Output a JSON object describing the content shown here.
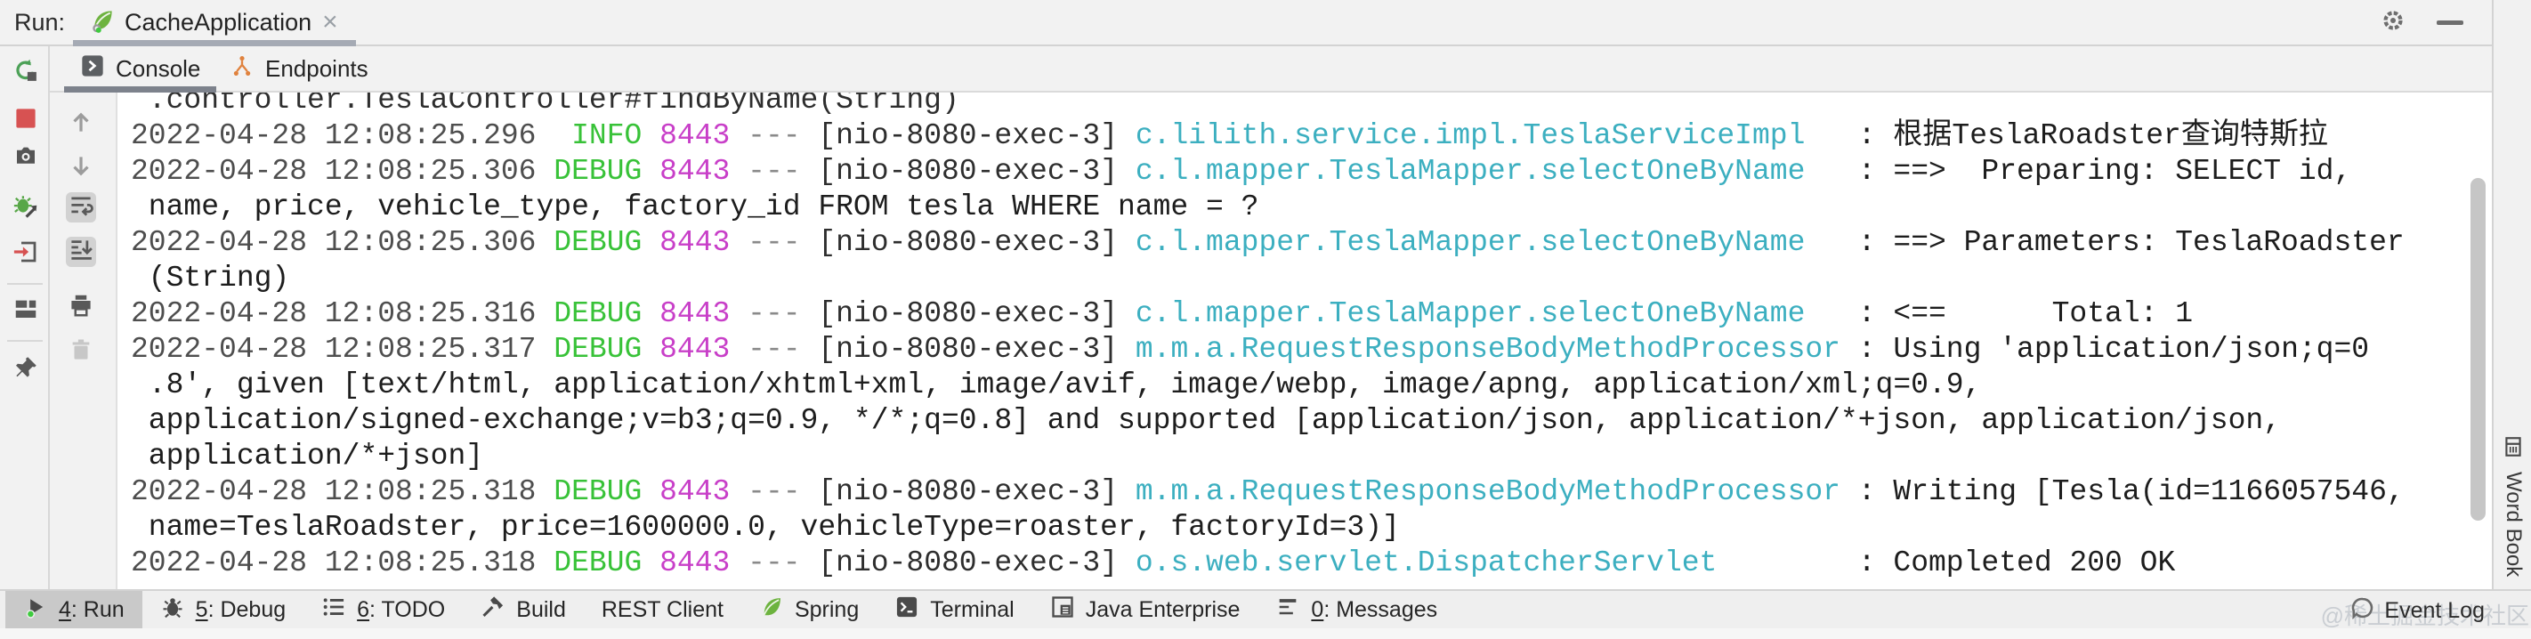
{
  "header": {
    "run_label": "Run:",
    "tab": {
      "title": "CacheApplication",
      "close_glyph": "×"
    },
    "right_icons": [
      "settings-gear",
      "hide-minimize"
    ]
  },
  "view_tabs": [
    {
      "label": "Console",
      "icon": "console-icon",
      "active": true
    },
    {
      "label": "Endpoints",
      "icon": "endpoints-icon",
      "active": false
    }
  ],
  "run_toolbar": [
    {
      "name": "rerun",
      "icon": "rerun"
    },
    {
      "name": "stop",
      "icon": "stop"
    },
    {
      "name": "thread-dump",
      "icon": "camera"
    },
    {
      "name": "debug-rerun",
      "icon": "bug-restart"
    },
    {
      "name": "exit",
      "icon": "exit"
    },
    {
      "name": "divider-1",
      "icon": "divider"
    },
    {
      "name": "layout",
      "icon": "layout"
    },
    {
      "name": "divider-2",
      "icon": "divider"
    },
    {
      "name": "pin-tab",
      "icon": "pin"
    }
  ],
  "console_toolbar": [
    {
      "name": "up-stacktrace",
      "icon": "arrow-up"
    },
    {
      "name": "down-stacktrace",
      "icon": "arrow-down"
    },
    {
      "name": "soft-wrap",
      "icon": "soft-wrap",
      "toggled": true
    },
    {
      "name": "scroll-to-end",
      "icon": "scroll-end",
      "toggled": true
    },
    {
      "name": "print",
      "icon": "printer"
    },
    {
      "name": "clear-all",
      "icon": "trash",
      "disabled": true
    }
  ],
  "console": {
    "lines": [
      {
        "seg": [
          {
            "c": "plain",
            "t": " .controller.TeslaController#findByName(String)"
          }
        ]
      },
      {
        "seg": [
          {
            "c": "ts",
            "t": "2022-04-28 12:08:25.296"
          },
          {
            "c": "lvl",
            "t": "  INFO"
          },
          {
            "c": "plain",
            "t": " "
          },
          {
            "c": "pid",
            "t": "8443"
          },
          {
            "c": "plain",
            "t": " "
          },
          {
            "c": "dim",
            "t": "---"
          },
          {
            "c": "plain",
            "t": " [nio-8080-exec-3] "
          },
          {
            "c": "logger",
            "t": "c.lilith.service.impl.TeslaServiceImpl"
          },
          {
            "c": "msg",
            "t": "   : 根据TeslaRoadster查询特斯拉"
          }
        ]
      },
      {
        "seg": [
          {
            "c": "ts",
            "t": "2022-04-28 12:08:25.306"
          },
          {
            "c": "lvl",
            "t": " DEBUG"
          },
          {
            "c": "plain",
            "t": " "
          },
          {
            "c": "pid",
            "t": "8443"
          },
          {
            "c": "plain",
            "t": " "
          },
          {
            "c": "dim",
            "t": "---"
          },
          {
            "c": "plain",
            "t": " [nio-8080-exec-3] "
          },
          {
            "c": "logger",
            "t": "c.l.mapper.TeslaMapper.selectOneByName"
          },
          {
            "c": "msg",
            "t": "   : ==>  Preparing: SELECT id,"
          }
        ]
      },
      {
        "seg": [
          {
            "c": "msg",
            "t": " name, price, vehicle_type, factory_id FROM tesla WHERE name = ?"
          }
        ]
      },
      {
        "seg": [
          {
            "c": "ts",
            "t": "2022-04-28 12:08:25.306"
          },
          {
            "c": "lvl",
            "t": " DEBUG"
          },
          {
            "c": "plain",
            "t": " "
          },
          {
            "c": "pid",
            "t": "8443"
          },
          {
            "c": "plain",
            "t": " "
          },
          {
            "c": "dim",
            "t": "---"
          },
          {
            "c": "plain",
            "t": " [nio-8080-exec-3] "
          },
          {
            "c": "logger",
            "t": "c.l.mapper.TeslaMapper.selectOneByName"
          },
          {
            "c": "msg",
            "t": "   : ==> Parameters: TeslaRoadster"
          }
        ]
      },
      {
        "seg": [
          {
            "c": "msg",
            "t": " (String)"
          }
        ]
      },
      {
        "seg": [
          {
            "c": "ts",
            "t": "2022-04-28 12:08:25.316"
          },
          {
            "c": "lvl",
            "t": " DEBUG"
          },
          {
            "c": "plain",
            "t": " "
          },
          {
            "c": "pid",
            "t": "8443"
          },
          {
            "c": "plain",
            "t": " "
          },
          {
            "c": "dim",
            "t": "---"
          },
          {
            "c": "plain",
            "t": " [nio-8080-exec-3] "
          },
          {
            "c": "logger",
            "t": "c.l.mapper.TeslaMapper.selectOneByName"
          },
          {
            "c": "msg",
            "t": "   : <==      Total: 1"
          }
        ]
      },
      {
        "seg": [
          {
            "c": "ts",
            "t": "2022-04-28 12:08:25.317"
          },
          {
            "c": "lvl",
            "t": " DEBUG"
          },
          {
            "c": "plain",
            "t": " "
          },
          {
            "c": "pid",
            "t": "8443"
          },
          {
            "c": "plain",
            "t": " "
          },
          {
            "c": "dim",
            "t": "---"
          },
          {
            "c": "plain",
            "t": " [nio-8080-exec-3] "
          },
          {
            "c": "logger",
            "t": "m.m.a.RequestResponseBodyMethodProcessor"
          },
          {
            "c": "msg",
            "t": " : Using 'application/json;q=0"
          }
        ]
      },
      {
        "seg": [
          {
            "c": "msg",
            "t": " .8', given [text/html, application/xhtml+xml, image/avif, image/webp, image/apng, application/xml;q=0.9,"
          }
        ]
      },
      {
        "seg": [
          {
            "c": "msg",
            "t": " application/signed-exchange;v=b3;q=0.9, */*;q=0.8] and supported [application/json, application/*+json, application/json,"
          }
        ]
      },
      {
        "seg": [
          {
            "c": "msg",
            "t": " application/*+json]"
          }
        ]
      },
      {
        "seg": [
          {
            "c": "ts",
            "t": "2022-04-28 12:08:25.318"
          },
          {
            "c": "lvl",
            "t": " DEBUG"
          },
          {
            "c": "plain",
            "t": " "
          },
          {
            "c": "pid",
            "t": "8443"
          },
          {
            "c": "plain",
            "t": " "
          },
          {
            "c": "dim",
            "t": "---"
          },
          {
            "c": "plain",
            "t": " [nio-8080-exec-3] "
          },
          {
            "c": "logger",
            "t": "m.m.a.RequestResponseBodyMethodProcessor"
          },
          {
            "c": "msg",
            "t": " : Writing [Tesla(id=1166057546,"
          }
        ]
      },
      {
        "seg": [
          {
            "c": "msg",
            "t": " name=TeslaRoadster, price=1600000.0, vehicleType=roaster, factoryId=3)]"
          }
        ]
      },
      {
        "seg": [
          {
            "c": "ts",
            "t": "2022-04-28 12:08:25.318"
          },
          {
            "c": "lvl",
            "t": " DEBUG"
          },
          {
            "c": "plain",
            "t": " "
          },
          {
            "c": "pid",
            "t": "8443"
          },
          {
            "c": "plain",
            "t": " "
          },
          {
            "c": "dim",
            "t": "---"
          },
          {
            "c": "plain",
            "t": " [nio-8080-exec-3] "
          },
          {
            "c": "logger",
            "t": "o.s.web.servlet.DispatcherServlet"
          },
          {
            "c": "msg",
            "t": "        : Completed 200 OK"
          }
        ]
      }
    ],
    "colors": {
      "level_green": "#38c238",
      "pid_magenta": "#c83fc8",
      "logger_teal": "#3cafc0",
      "timestamp_gray": "#4e4e4e"
    }
  },
  "statusbar": {
    "items": [
      {
        "name": "run",
        "icon": "sb-run",
        "label": "4: Run",
        "mnemonic": "4",
        "active": true
      },
      {
        "name": "debug",
        "icon": "sb-debug",
        "label": "5: Debug",
        "mnemonic": "5"
      },
      {
        "name": "todo",
        "icon": "sb-todo",
        "label": "6: TODO",
        "mnemonic": "6"
      },
      {
        "name": "build",
        "icon": "sb-build",
        "label": "Build"
      },
      {
        "name": "rest-client",
        "icon": null,
        "label": "REST Client"
      },
      {
        "name": "spring",
        "icon": "sb-spring",
        "label": "Spring"
      },
      {
        "name": "terminal",
        "icon": "sb-terminal",
        "label": "Terminal"
      },
      {
        "name": "java-enterprise",
        "icon": "sb-javaee",
        "label": "Java Enterprise"
      },
      {
        "name": "messages",
        "icon": "sb-messages",
        "label": "0: Messages",
        "mnemonic": "0"
      }
    ],
    "event_log_label": "Event Log"
  },
  "right_strip": {
    "label": "Word Book",
    "icon": "book-icon"
  },
  "watermark": "@稀土掘金技术社区"
}
